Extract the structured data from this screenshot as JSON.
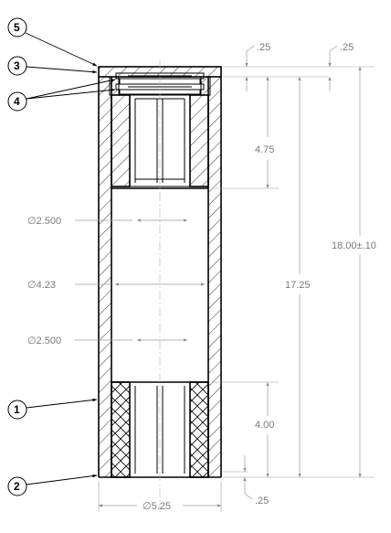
{
  "balloons": [
    {
      "id": "balloon-5",
      "label": "5"
    },
    {
      "id": "balloon-3",
      "label": "3"
    },
    {
      "id": "balloon-4",
      "label": "4"
    },
    {
      "id": "balloon-1",
      "label": "1"
    },
    {
      "id": "balloon-2",
      "label": "2"
    }
  ],
  "dimensions": {
    "top_thickness_a": ".25",
    "top_thickness_b": ".25",
    "upper_insert_depth": "4.75",
    "lower_insert_depth": "4.00",
    "inner_length": "17.25",
    "overall_length": "18.00±.10",
    "bottom_thickness": ".25",
    "bore_upper": "∅2.500",
    "bore_mid": "∅4.23",
    "bore_lower": "∅2.500",
    "outer_diameter": "∅5.25"
  },
  "colors": {
    "object_line": "#000000",
    "dimension_line": "#9a9a9a",
    "background": "#ffffff"
  }
}
